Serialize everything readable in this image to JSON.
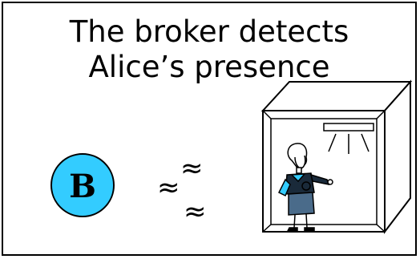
{
  "slide": {
    "title_line1": "The broker detects",
    "title_line2": "Alice’s presence"
  },
  "broker": {
    "label": "B",
    "fill_color": "#33ccff"
  },
  "signal": {
    "glyph": "≈"
  },
  "room": {
    "occupant": "woman-figure-icon",
    "fixture": "ceiling-light-icon"
  }
}
